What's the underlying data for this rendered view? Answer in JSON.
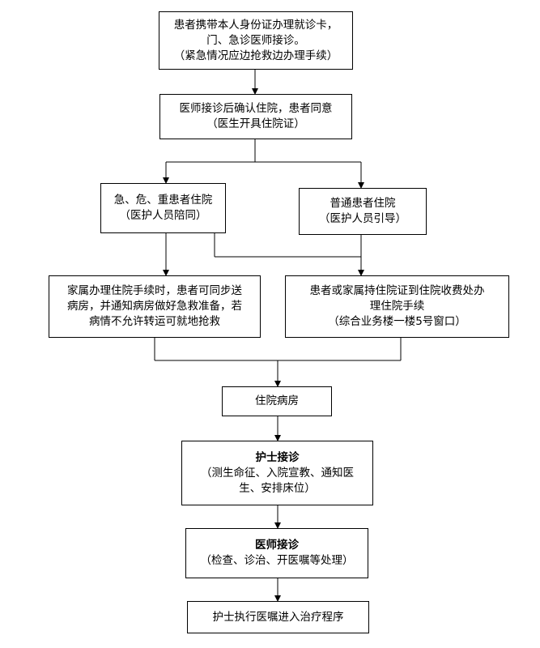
{
  "steps": {
    "s1": {
      "line1": "患者携带本人身份证办理就诊卡，",
      "line2": "门、急诊医师接诊。",
      "line3": "（紧急情况应边抢救边办理手续）"
    },
    "s2": {
      "line1": "医师接诊后确认住院，患者同意",
      "line2": "（医生开具住院证）"
    },
    "s3a": {
      "line1": "急、危、重患者住院",
      "line2": "（医护人员陪同）"
    },
    "s3b": {
      "line1": "普通患者住院",
      "line2": "（医护人员引导）"
    },
    "s4a": {
      "line1": "家属办理住院手续时，患者可同步送",
      "line2": "病房，并通知病房做好急救准备，若",
      "line3": "病情不允许转运可就地抢救"
    },
    "s4b": {
      "line1": "患者或家属持住院证到住院收费处办",
      "line2": "理住院手续",
      "line3": "（综合业务楼一楼5号窗口）"
    },
    "s5": {
      "label": "住院病房"
    },
    "s6": {
      "title": "护士接诊",
      "line1": "（测生命征、入院宣教、通知医",
      "line2": "生、安排床位）"
    },
    "s7": {
      "title": "医师接诊",
      "line1": "（检查、诊治、开医嘱等处理）"
    },
    "s8": {
      "label": "护士执行医嘱进入治疗程序"
    }
  }
}
